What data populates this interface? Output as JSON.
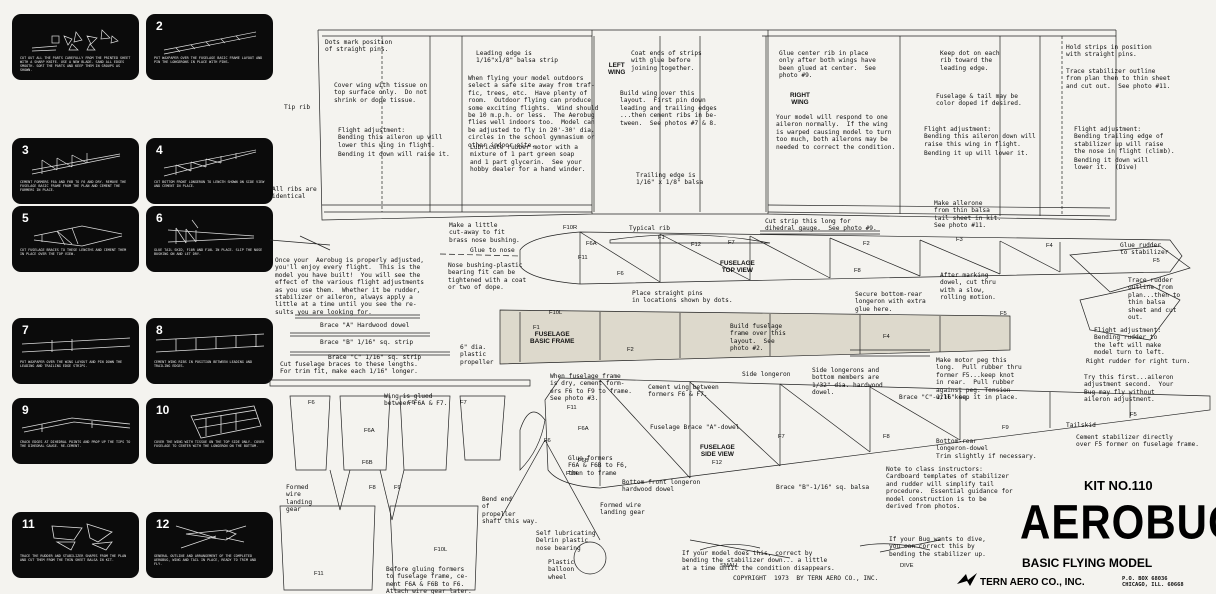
{
  "photos": [
    {
      "num": "",
      "caption": "CUT OUT ALL THE PARTS CAREFULLY FROM THE PRINTED SHEET WITH A SHARP KNIFE. USE A NEW BLADE. SAND ALL EDGES SMOOTH. SORT THE PARTS AND KEEP THEM IN GROUPS AS SHOWN."
    },
    {
      "num": "2",
      "caption": "PUT WAXPAPER OVER THE FUSELAGE BASIC FRAME LAYOUT AND PIN THE LONGERONS IN PLACE WITH PINS."
    },
    {
      "num": "3",
      "caption": "CEMENT FORMERS F6A AND F6B TO F6 AND DRY. REMOVE THE FUSELAGE BASIC FRAME FROM THE PLAN AND CEMENT THE FORMERS IN PLACE."
    },
    {
      "num": "4",
      "caption": "CUT BOTTOM FRONT LONGERON TO LENGTH SHOWN ON SIDE VIEW AND CEMENT IN PLACE."
    },
    {
      "num": "5",
      "caption": "CUT FUSELAGE BRACES TO THESE LENGTHS AND CEMENT THEM IN PLACE OVER THE TOP VIEW."
    },
    {
      "num": "6",
      "caption": "GLUE TAIL SKID, F10R AND F10L IN PLACE. SLIP THE NOSE BUSHING ON AND LET DRY."
    },
    {
      "num": "7",
      "caption": "PUT WAXPAPER OVER THE WING LAYOUT AND PIN DOWN THE LEADING AND TRAILING EDGE STRIPS."
    },
    {
      "num": "8",
      "caption": "CEMENT WING RIBS IN POSITION BETWEEN LEADING AND TRAILING EDGES."
    },
    {
      "num": "9",
      "caption": "CRACK EDGES AT DIHEDRAL POINTS AND PROP UP THE TIPS TO THE DIHEDRAL GAUGE. RE-CEMENT."
    },
    {
      "num": "10",
      "caption": "COVER THE WING WITH TISSUE ON THE TOP SIDE ONLY. COVER FUSELAGE TO CENTER WITH THE LONGERON ON THE BOTTOM."
    },
    {
      "num": "11",
      "caption": "TRACE THE RUDDER AND STABILIZER SHAPES FROM THE PLAN AND CUT THEM FROM THE THIN SHEET BALSA IN KIT."
    },
    {
      "num": "12",
      "caption": "GENERAL OUTLINE AND ARRANGEMENT OF THE COMPLETED AEROBUG, WING AND TAIL IN PLACE, READY TO TRIM AND FLY."
    }
  ],
  "wing": {
    "dots_mark": "Dots mark position\nof straight pins.",
    "cover_wing": "Cover wing with tissue on\ntop surface only.  Do not\nshrink or dope tissue.",
    "leading_edge": "Leading edge is\n1/16\"x1/8\" balsa strip",
    "coat_ends": "Coat ends of strips\nwith glue before\njoining together.",
    "glue_center": "Glue center rib in place\nonly after both wings have\nbeen glued at center.  See\nphoto #9.",
    "keep_dot": "Keep dot on each\nrib toward the\nleading edge.",
    "hold_strips": "Hold strips in position\nwith straight pins.",
    "tip_rib": "Tip rib",
    "flying_outdoors": "When flying your model outdoors\nselect a safe site away from traf-\nfic, trees, etc.  Have plenty of\nroom.  Outdoor flying can produce\nsome exciting flights.  Wind should\nbe 10 m.p.h. or less.  The Aerobug\nflies well indoors too.  Model can\nbe adjusted to fly in 20'-30' dia.\ncircles in the school gymnasium or\nother indoor site.",
    "left_wing": "LEFT\nWING",
    "right_wing": "RIGHT\nWING",
    "build_wing": "Build wing over this\nlayout.  First pin down\nleading and trailing edges\n...then cement ribs in be-\ntween.  See photos #7 & 8.",
    "fuselage_color": "Fuselage & tail may be\ncolor doped if desired.",
    "trace_stab": "Trace stabilizer outline\nfrom plan then to thin sheet\nand cut out.  See photo #11.",
    "flight_adj_left": "Flight adjustment:\nBending this aileron up will\nlower this wing in flight.",
    "bend_down_left": "Bending it down will raise it.",
    "respond": "Your model will respond to one\naileron normally.  If the wing\nis warped causing model to turn\ntoo much, both ailerons may be\nneeded to correct the condition.",
    "flight_adj_right": "Flight adjustment:\nBending this aileron down will\nraise this wing in flight.",
    "bend_up_right": "Bending it up will lower it.",
    "flight_adj_stab": "Flight adjustment:\nBending trailing edge of\nstabilizer up will raise\nthe nose in flight (climb).",
    "bend_down_stab": "Bending it down will\nlower it.  (Dive)",
    "all_ribs": "All ribs are\nidentical",
    "lubricate": "Lubricate rubber motor with a\nmixture of 1 part green soap\nand 1 part glycerin.  See your\nhobby dealer for a hand winder.",
    "trailing_edge": "Trailing edge is\n1/16\" x 1/8\" balsa",
    "cut_strip": "Cut strip this long for\ndihedral gauge.  See photo #9.",
    "typical_rib": "Typical rib",
    "make_allerone": "Make allerone\nfrom thin balsa\ntail sheet in kit.\nSee photo #11."
  },
  "fuselage": {
    "make_cutaway": "Make a little\ncut-away to fit\nbrass nose bushing.",
    "glue_nose": "Glue to nose",
    "nose_bushing": "Nose bushing-plastic\nbearing fit can be\ntightened with a coat\nor two of dope.",
    "glue_rudder": "Glue rudder\nto stabilizer",
    "adjusted": "Once your  Aerobug is properly adjusted,\nyou'll enjoy every flight.  This is the\nmodel you have built!  You will see the\neffect of the various flight adjustments\nas you use them.  Whether it be rudder,\nstabilizer or aileron, always apply a\nlittle at a time until you see the re-\nsults you are looking for.",
    "top_view": "FUSELAGE\nTOP VIEW",
    "after_marking": "After marking\ndowel, cut thru\nwith a slow,\nrolling motion.",
    "trace_rudder": "Trace rudder\noutline from\nplan...then to\nthin balsa\nsheet and cut\nout.",
    "brace_a": "Brace \"A\" Hardwood dowel",
    "place_pins": "Place straight pins\nin locations shown by dots.",
    "secure_bottom": "Secure bottom-rear\nlongeron with extra\nglue here.",
    "brace_b": "Brace \"B\" 1/16\" sq. strip",
    "brace_c": "Brace \"C\" 1/16\" sq. strip",
    "cut_braces": "Cut fuselage braces to these lengths.\nFor trim fit, make each 1/16\" longer.",
    "propeller": "6\" dia.\nplastic\npropeller",
    "basic_frame": "FUSELAGE\nBASIC FRAME",
    "build_frame": "Build fuselage\nframe over this\nlayout.  See\nphoto #2.",
    "rudder_adj": "Flight adjustment:\nBending rudder to\nthe left will make\nmodel turn to left.",
    "right_rudder": "Right rudder for right turn.",
    "try_first": "Try this first...aileron\nadjustment second.  Your\nBug may fly without\naileron adjustment.",
    "make_motor": "Make motor peg this\nlong.  Pull rubber thru\nformer F5...keep knot\nin rear.  Pull rubber\nagainst peg. Tension\nwill keep it in place.",
    "wing_glued": "Wing is glued\nbetween F6A & F7.",
    "when_dry": "When fuselage frame\nis dry, cement form-\ners F6 to F9 to frame.\nSee photo #3.",
    "cement_wing": "Cement wing between\nformers F6 & F7.",
    "side_longeron": "Side longeron",
    "side_longerons": "Side longerons and\nbottom members are\n1/32\" dia. hardwood\ndowel.",
    "brace_c_sq": "Brace \"C\"-1/16\" sq.",
    "cement_stab": "Cement stabilizer directly\nover F5 former on fuselage frame.",
    "brace_a_dowel": "Fuselage Brace \"A\"-dowel",
    "side_view": "FUSELAGE\nSIDE VIEW",
    "bottom_rear": "Bottom-rear\nlongeron-dowel\nTrim slightly if necessary.",
    "tailskid": "Tailskid",
    "glue_formers": "Glue formers\nF6A & F6B to F6,\nthen to frame",
    "bottom_front": "Bottom-front longeron\nhardwood dowel",
    "brace_b_balsa": "Brace \"B\"-1/16\" sq. balsa",
    "note_class": "Note to class instructors:\nCardboard templates of stabilizer\nand rudder will simplify tail\nprocedure.  Essential guidance for\nmodel construction is to be\nderived from photos.",
    "formed_wire_lg": "Formed\nwire\nlanding\ngear",
    "formed_wire_lg2": "Formed wire\nlanding gear",
    "bend_end": "Bend end\nof\npropeller\nshaft this way.",
    "self_lub": "Self lubricating\nDelrin plastic\nnose bearing",
    "balloon": "Plastic\nballoon\nwheel",
    "if_dive": "If your Bug wants to dive,\nyou can correct this by\nbending the stabilizer up.",
    "if_does": "If your model does this, correct by\nbending the stabilizer down... a little\nat a time until the condition disappears.",
    "before_glue": "Before gluing formers\nto fuselage frame, ce-\nment F6A & F6B to F6.\nAttach wire gear later.",
    "copyright": "COPYRIGHT  1973  BY TERN AERO CO., INC.",
    "small": "SMALL",
    "dive": "DIVE"
  },
  "parts": {
    "F1": "F1",
    "F2": "F2",
    "F3": "F3",
    "F4": "F4",
    "F5": "F5",
    "F6": "F6",
    "F6A": "F6A",
    "F6B": "F6B",
    "F7": "F7",
    "F8": "F8",
    "F9": "F9",
    "F10L": "F10L",
    "F10R": "F10R",
    "F11": "F11",
    "F12": "F12"
  },
  "title": {
    "kit_no": "KIT NO.110",
    "name": "AEROBUG",
    "subtitle": "BASIC FLYING MODEL",
    "company": "TERN AERO CO., INC.",
    "address": "P.O. BOX 68036\nCHICAGO, ILL. 60668"
  }
}
